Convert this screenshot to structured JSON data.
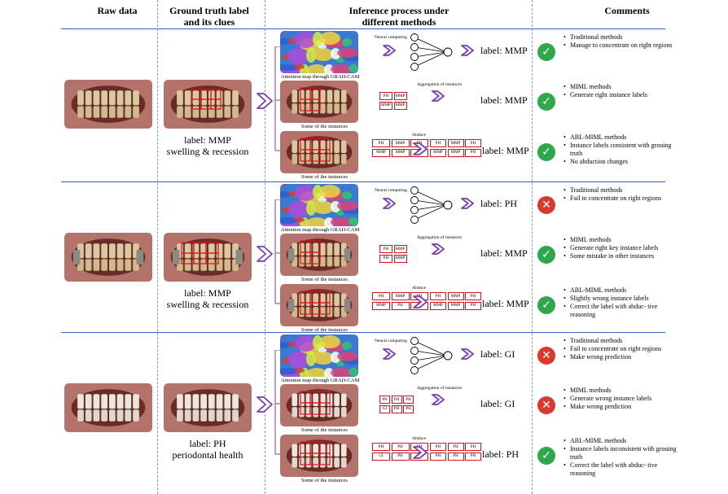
{
  "headers": {
    "raw": "Raw data",
    "gt": "Ground truth label\nand its clues",
    "inference": "Inference process under\ndifferent methods",
    "comments": "Comments"
  },
  "rows": [
    {
      "gt_label": "label: MMP",
      "gt_clue": "swelling & recession",
      "methods": [
        {
          "caption": "Attention map through GRAD-CAM",
          "note": "Neural computing",
          "label": "label: MMP",
          "status": "ok",
          "comments": [
            "Traditional methods",
            "Manage to concentrate on right regions"
          ]
        },
        {
          "caption": "Some of the instances",
          "note": "Aggregation of instances",
          "label": "label: MMP",
          "status": "ok",
          "grid": [
            "PH",
            "MMP",
            "MMP",
            "MMP"
          ],
          "comments": [
            "MIML methods",
            "Generate right instance labels"
          ]
        },
        {
          "caption": "Some of the instances",
          "note": "Abduce",
          "label": "label: MMP",
          "status": "ok",
          "grid": [
            "PH",
            "MMP",
            "PH",
            "MMP",
            "MMP",
            "PH"
          ],
          "grid2": [
            "PH",
            "MMP",
            "PH",
            "MMP",
            "MMP",
            "PH"
          ],
          "comments": [
            "ABL-MIML methods",
            "Instance labels consistent with grouing truth",
            "No abduction changes"
          ]
        }
      ]
    },
    {
      "gt_label": "label: MMP",
      "gt_clue": "swelling & recession",
      "methods": [
        {
          "caption": "Attention map through GRAD-CAM",
          "note": "Neural computing",
          "label": "label: PH",
          "status": "bad",
          "comments": [
            "Traditional methods",
            "Fail to concentrate on right regions"
          ]
        },
        {
          "caption": "Some of the instances",
          "note": "Aggregation of instances",
          "label": "label: MMP",
          "status": "ok",
          "grid": [
            "PH",
            "MMP",
            "PH",
            "MMP"
          ],
          "comments": [
            "MIML methods",
            "Generate right key instance labels",
            "Some mistake in other instances"
          ]
        },
        {
          "caption": "Some of the instances",
          "note": "Abduce",
          "label": "label: MMP",
          "status": "ok",
          "grid": [
            "PH",
            "MMP",
            "PH",
            "MMP",
            "PH",
            "PH"
          ],
          "grid2": [
            "PH",
            "MMP",
            "PH",
            "MMP",
            "MMP",
            "PH"
          ],
          "comments": [
            "ABL-MIML methods",
            "Slightly wrong instance labels",
            "Correct the label with abduc- tive reasoning"
          ]
        }
      ]
    },
    {
      "gt_label": "label: PH",
      "gt_clue": "periodontal health",
      "methods": [
        {
          "caption": "Attention map through GRAD-CAM",
          "note": "Neural computing",
          "label": "label: GI",
          "status": "bad",
          "comments": [
            "Traditional methods",
            "Fail to concentrate on right regions",
            "Make wrong prediction"
          ]
        },
        {
          "caption": "Some of the instances",
          "note": "Aggregation of instances",
          "label": "label: GI",
          "status": "bad",
          "grid": [
            "PH",
            "PH",
            "PH",
            "GI",
            "PH",
            "PH"
          ],
          "comments": [
            "MIML methods",
            "Generate wrong instance labels",
            "Make wrong prediction"
          ]
        },
        {
          "caption": "Some of the instances",
          "note": "Abduce",
          "label": "label: PH",
          "status": "ok",
          "grid": [
            "PH",
            "PH",
            "PH",
            "GI",
            "PH",
            "PH"
          ],
          "grid2": [
            "PH",
            "PH",
            "PH",
            "PH",
            "PH",
            "PH"
          ],
          "comments": [
            "ABL-MIML methods",
            "Instance labels inconsistent with grouing truth",
            "Correct the label with abduc- tive reasoning"
          ]
        }
      ]
    }
  ],
  "colors": {
    "divider": "#3b5fc0",
    "arrow": "#7a3fb0",
    "instance_box": "#e0101a",
    "ok": "#2ea84a",
    "bad": "#d93a2e"
  }
}
